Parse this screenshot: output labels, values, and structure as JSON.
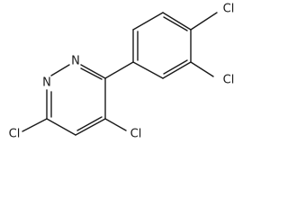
{
  "structure": {
    "atoms": {
      "n1": "N",
      "n2": "N",
      "cl_ring_bottom": "Cl",
      "cl_ring_top": "Cl",
      "cl_phenyl_para": "Cl",
      "cl_phenyl_meta": "Cl"
    },
    "colors": {
      "bond": "#1a1a1a",
      "label": "#1a1a1a",
      "background": "#ffffff"
    }
  }
}
